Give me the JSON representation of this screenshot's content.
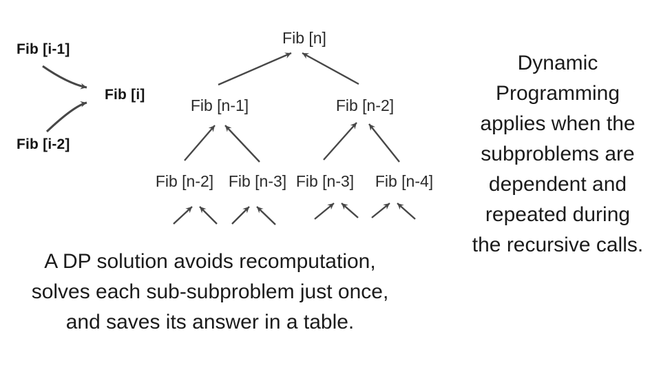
{
  "page": {
    "background": "#ffffff",
    "text_color": "#1b1b1b",
    "arrow_color": "#474747"
  },
  "relation_diagram": {
    "parent_top": "Fib [i-1]",
    "parent_bottom": "Fib [i-2]",
    "result": "Fib [i]"
  },
  "recursion_tree": {
    "root": "Fib [n]",
    "level2": [
      "Fib [n-1]",
      "Fib [n-2]"
    ],
    "level3": [
      "Fib [n-2]",
      "Fib [n-3]",
      "Fib [n-3]",
      "Fib [n-4]"
    ]
  },
  "right_note": {
    "lines": [
      "Dynamic",
      "Programming",
      "applies when the",
      "subproblems are",
      "dependent and",
      "repeated during",
      "the recursive calls."
    ]
  },
  "bottom_note": {
    "lines": [
      "A DP solution avoids recomputation,",
      "solves each sub-subproblem just once,",
      "and saves its answer in a table."
    ]
  }
}
